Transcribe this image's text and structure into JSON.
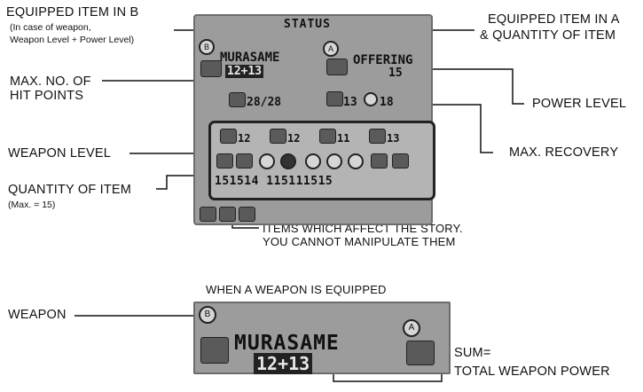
{
  "title": "STATUS",
  "labels": {
    "equipped_b": "EQUIPPED ITEM IN B",
    "equipped_b_note_1": "(In case of weapon,",
    "equipped_b_note_2": "Weapon Level + Power Level)",
    "equipped_a_1": "EQUIPPED ITEM IN A",
    "equipped_a_2": "& QUANTITY OF ITEM",
    "max_hp_1": "MAX. NO. OF",
    "max_hp_2": "HIT POINTS",
    "power_level": "POWER LEVEL",
    "weapon_level": "WEAPON LEVEL",
    "max_recovery": "MAX. RECOVERY",
    "quantity_1": "QUANTITY OF ITEM",
    "quantity_2": "(Max. = 15)",
    "story_1": "ITEMS WHICH AFFECT THE STORY.",
    "story_2": "YOU CANNOT MANIPULATE THEM",
    "when_equipped": "WHEN A WEAPON IS EQUIPPED",
    "weapon": "WEAPON",
    "sum_1": "SUM=",
    "sum_2": "TOTAL WEAPON POWER"
  },
  "screen": {
    "b_badge": "B",
    "a_badge": "A",
    "weapon_name": "MURASAME",
    "weapon_stats": "12+13",
    "a_item": "OFFERING",
    "a_qty": "15",
    "hp": "28/28",
    "power": "13",
    "recovery": "18",
    "weapon_levels": [
      "12",
      "12",
      "11",
      "13"
    ],
    "item_quantities": "151514  115111515"
  },
  "colors": {
    "screen_bg": "#9c9c9c",
    "ink": "#111111"
  },
  "icons": [
    "sword-icon",
    "item-pot-icon",
    "heart-icon",
    "power-icon",
    "recovery-icon",
    "story-item-icon"
  ]
}
